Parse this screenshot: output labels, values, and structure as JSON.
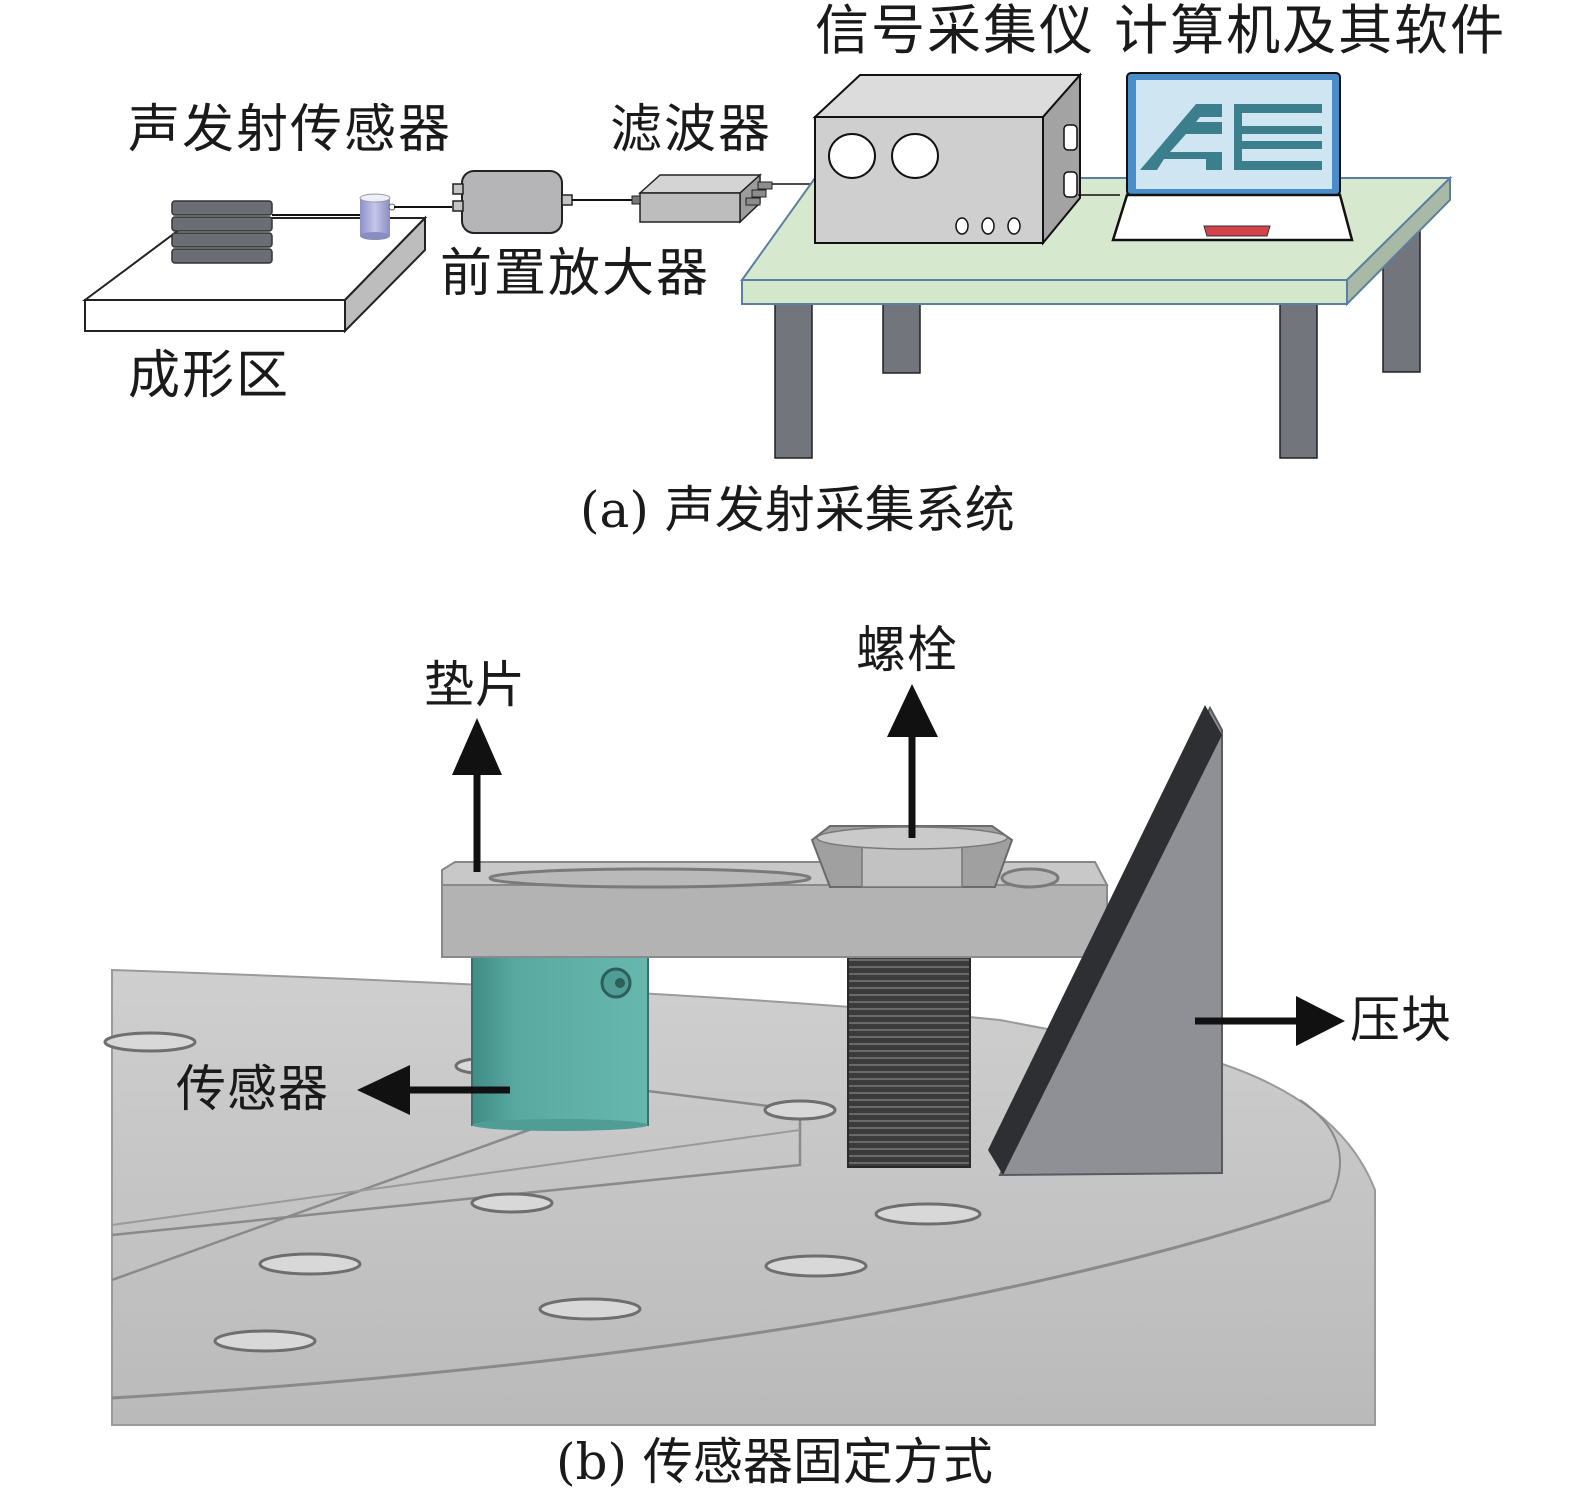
{
  "figure": {
    "panel_a": {
      "caption": "(a) 声发射采集系统",
      "labels": {
        "signal_and_computer": "信号采集仪 计算机及其软件",
        "ae_sensor": "声发射传感器",
        "filter": "滤波器",
        "preamplifier": "前置放大器",
        "forming_area": "成形区"
      },
      "screen_logo": "AE",
      "colors": {
        "table_top": "#d6e9cf",
        "table_edge": "#5b7fa0",
        "table_leg": "#72757c",
        "screen": "#cfe6f2",
        "screen_frame": "#4a8ec9",
        "logo": "#3c7f8c",
        "touchpad": "#d2424a",
        "sensor_cylinder": "#a3a6d6",
        "layers": "#6b6e74",
        "device_gray": "#bdbdbd"
      }
    },
    "panel_b": {
      "caption": "(b) 传感器固定方式",
      "labels": {
        "washer": "垫片",
        "bolt": "螺栓",
        "pressing_block": "压块",
        "sensor": "传感器"
      },
      "colors": {
        "base_plate": "#c4c4c4",
        "sensor_body": "#5fb0a6",
        "bolt_thread": "#3a3a3a",
        "clamp": "#b8b8b8",
        "block_face": "#8f9095",
        "block_edge": "#2e2f33"
      }
    }
  }
}
